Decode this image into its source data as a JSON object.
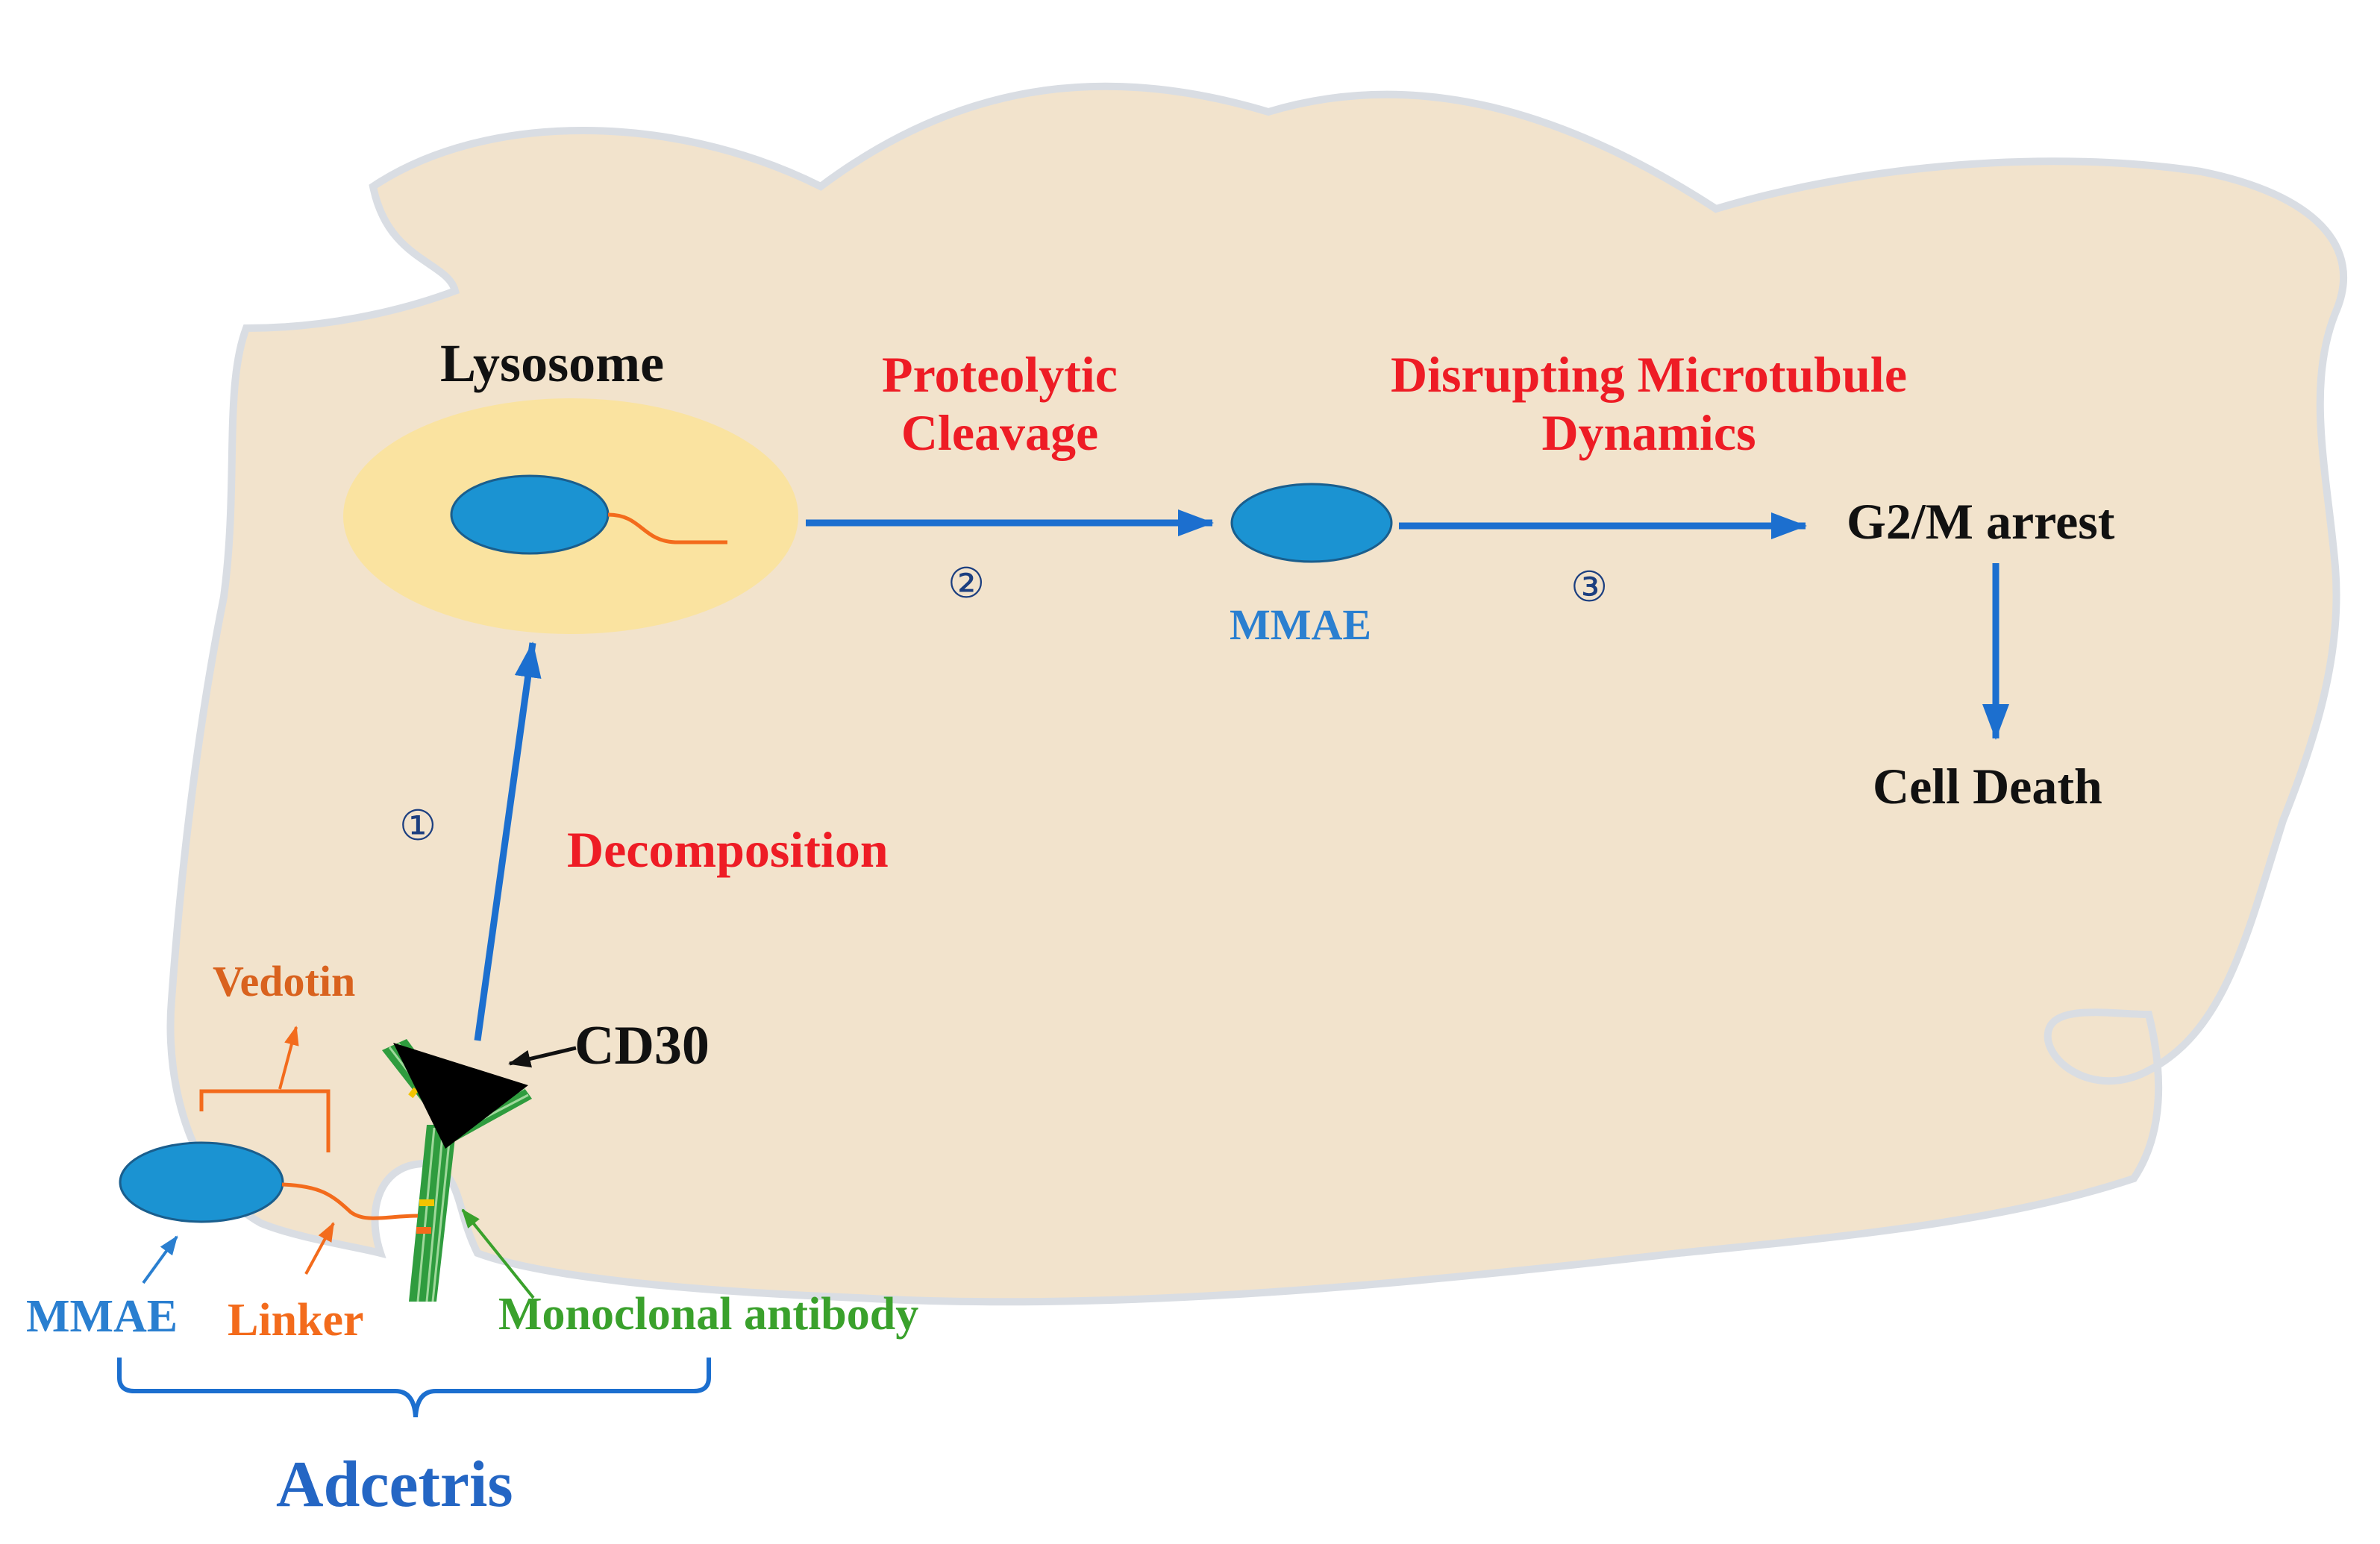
{
  "colors": {
    "cell_fill": "#f2e3cc",
    "cell_border": "#d9dde3",
    "lysosome_fill": "#fae3a0",
    "mmae_fill": "#1b93d2",
    "mmae_stroke": "#1a5e8d",
    "arrow": "#1c6fcf",
    "red_text": "#ee1c25",
    "black_text": "#111111",
    "blue_text": "#2a7fd0",
    "orange_text": "#f36b1c",
    "vedotin_text": "#d9621e",
    "green_text": "#3aa12c",
    "antibody_green": "#2f9c3e",
    "adcetris_text": "#2466c4"
  },
  "labels": {
    "lysosome": "Lysosome",
    "proteolytic_cleavage": [
      "Proteolytic",
      "Cleavage"
    ],
    "disrupting": [
      "Disrupting Microtubule",
      "Dynamics"
    ],
    "g2m_arrest": "G2/M arrest",
    "cell_death": "Cell Death",
    "mmae_inside": "MMAE",
    "decomposition": "Decomposition",
    "vedotin": "Vedotin",
    "cd30": "CD30",
    "mmae_outside": "MMAE",
    "linker": "Linker",
    "monoclonal_antibody": "Monoclonal antibody",
    "adcetris": "Adcetris"
  },
  "steps": {
    "step1": "①",
    "step2": "②",
    "step3": "③"
  }
}
